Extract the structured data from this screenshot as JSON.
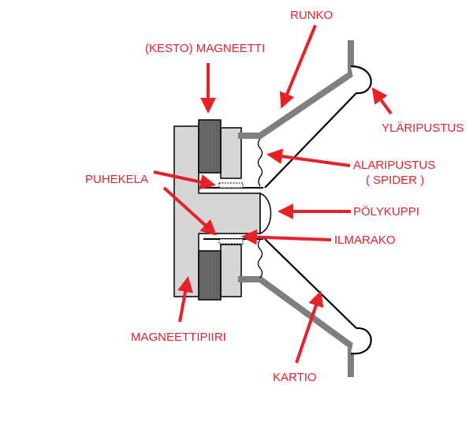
{
  "colors": {
    "label": "#e8202a",
    "arrow": "#e8202a",
    "frame": "#7f7f7f",
    "magnet": "#666666",
    "pole": "#d6d6d6",
    "line": "#000000"
  },
  "labels": {
    "runko": "RUNKO",
    "kesto_magneetti": "(KESTO) MAGNEETTI",
    "ylaripustus": "YLÄRIPUSTUS",
    "alaripustus_1": "ALARIPUSTUS",
    "alaripustus_2": "( SPIDER )",
    "puhekela": "PUHEKELA",
    "polykuppi": "PÖLYKUPPI",
    "ilmarako": "ILMARAKO",
    "magneettipiiri": "MAGNEETTIPIIRI",
    "kartio": "KARTIO"
  }
}
